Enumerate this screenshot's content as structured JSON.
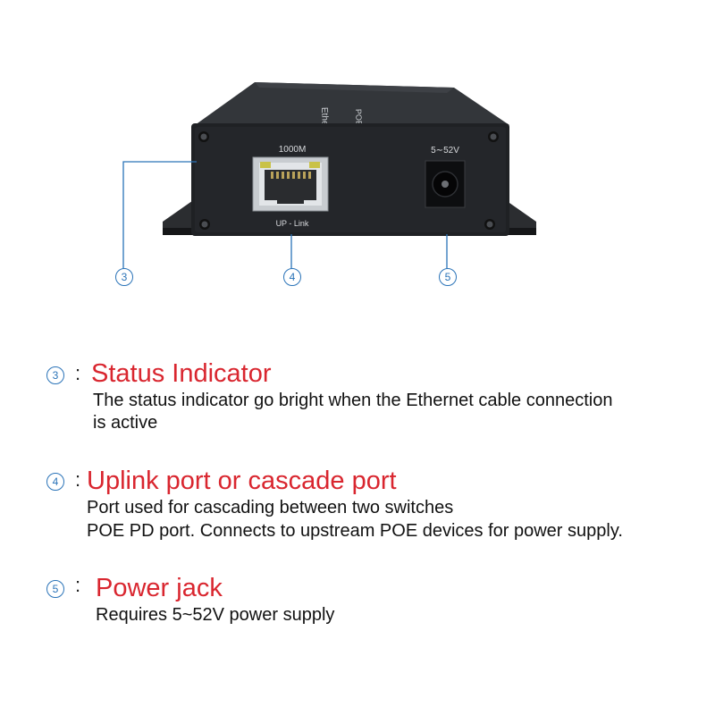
{
  "device": {
    "port_speed_label": "1000M",
    "port_name_label": "UP - Link",
    "power_rating_label": "5∼52V",
    "top_label_1": "Ethernet Switch",
    "top_label_2": "POE"
  },
  "callouts": [
    {
      "number": "3"
    },
    {
      "number": "4"
    },
    {
      "number": "5"
    }
  ],
  "entries": [
    {
      "number": "3",
      "colon": ":",
      "title": "Status Indicator",
      "desc_lines": [
        "The  status indicator go bright when the Ethernet cable connection",
        "is active"
      ]
    },
    {
      "number": "4",
      "colon": ":",
      "title": "Uplink port or cascade port",
      "desc_lines": [
        "Port used for cascading between two switches",
        "POE PD port. Connects to upstream POE devices for power supply."
      ]
    },
    {
      "number": "5",
      "colon": ":",
      "title": "Power jack",
      "desc_lines": [
        "Requires 5~52V power supply"
      ]
    }
  ],
  "colors": {
    "title_red": "#d9262f",
    "callout_blue": "#2a73b8",
    "device_body": "#1f2124"
  }
}
